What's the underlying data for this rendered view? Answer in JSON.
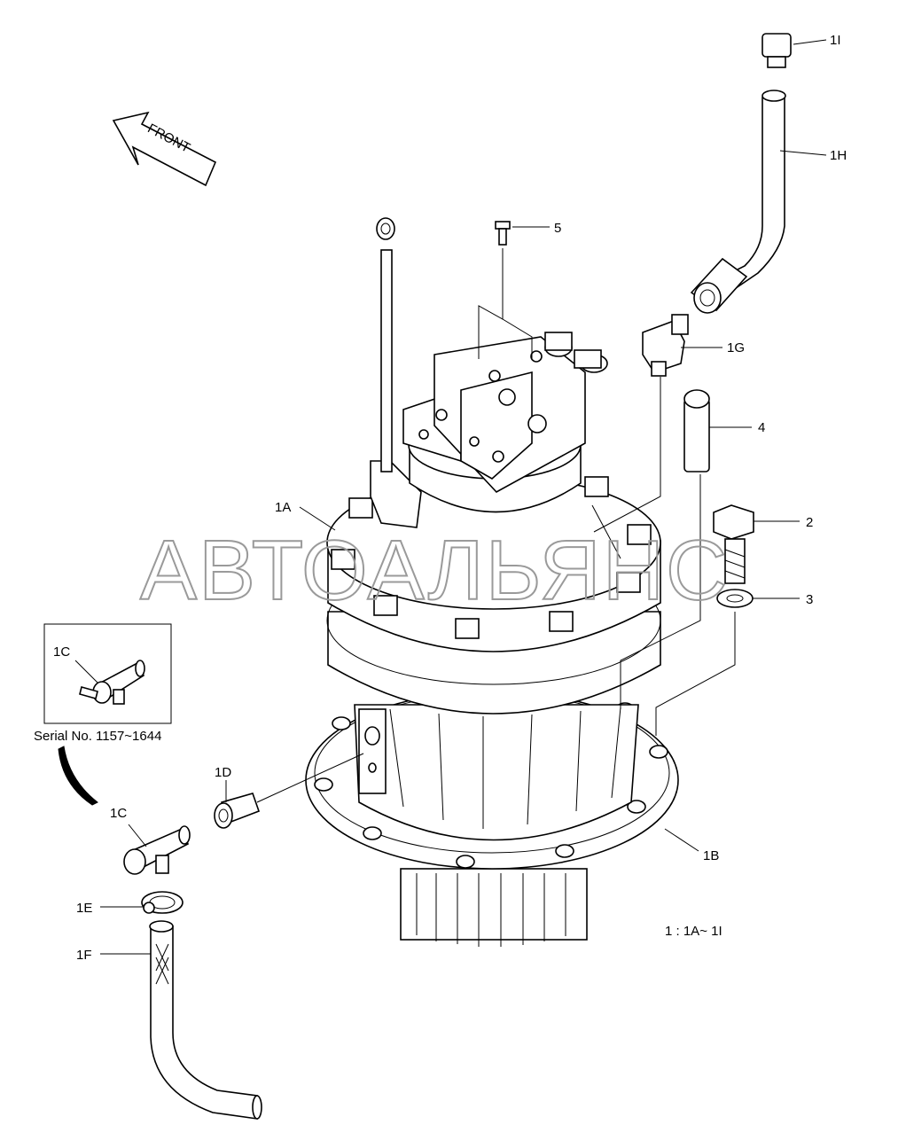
{
  "diagram": {
    "front_label": "FRONT",
    "serial_note": "Serial No. 1157~1644",
    "assembly_note": "1 : 1A~ 1I",
    "watermark": "АВТОАЛЬЯНС",
    "callouts": {
      "c1I": "1I",
      "c1H": "1H",
      "c5": "5",
      "c1G": "1G",
      "c4": "4",
      "c2": "2",
      "c3": "3",
      "c1A": "1A",
      "c1B": "1B",
      "c1C_inset": "1C",
      "c1C": "1C",
      "c1D": "1D",
      "c1E": "1E",
      "c1F": "1F"
    }
  }
}
